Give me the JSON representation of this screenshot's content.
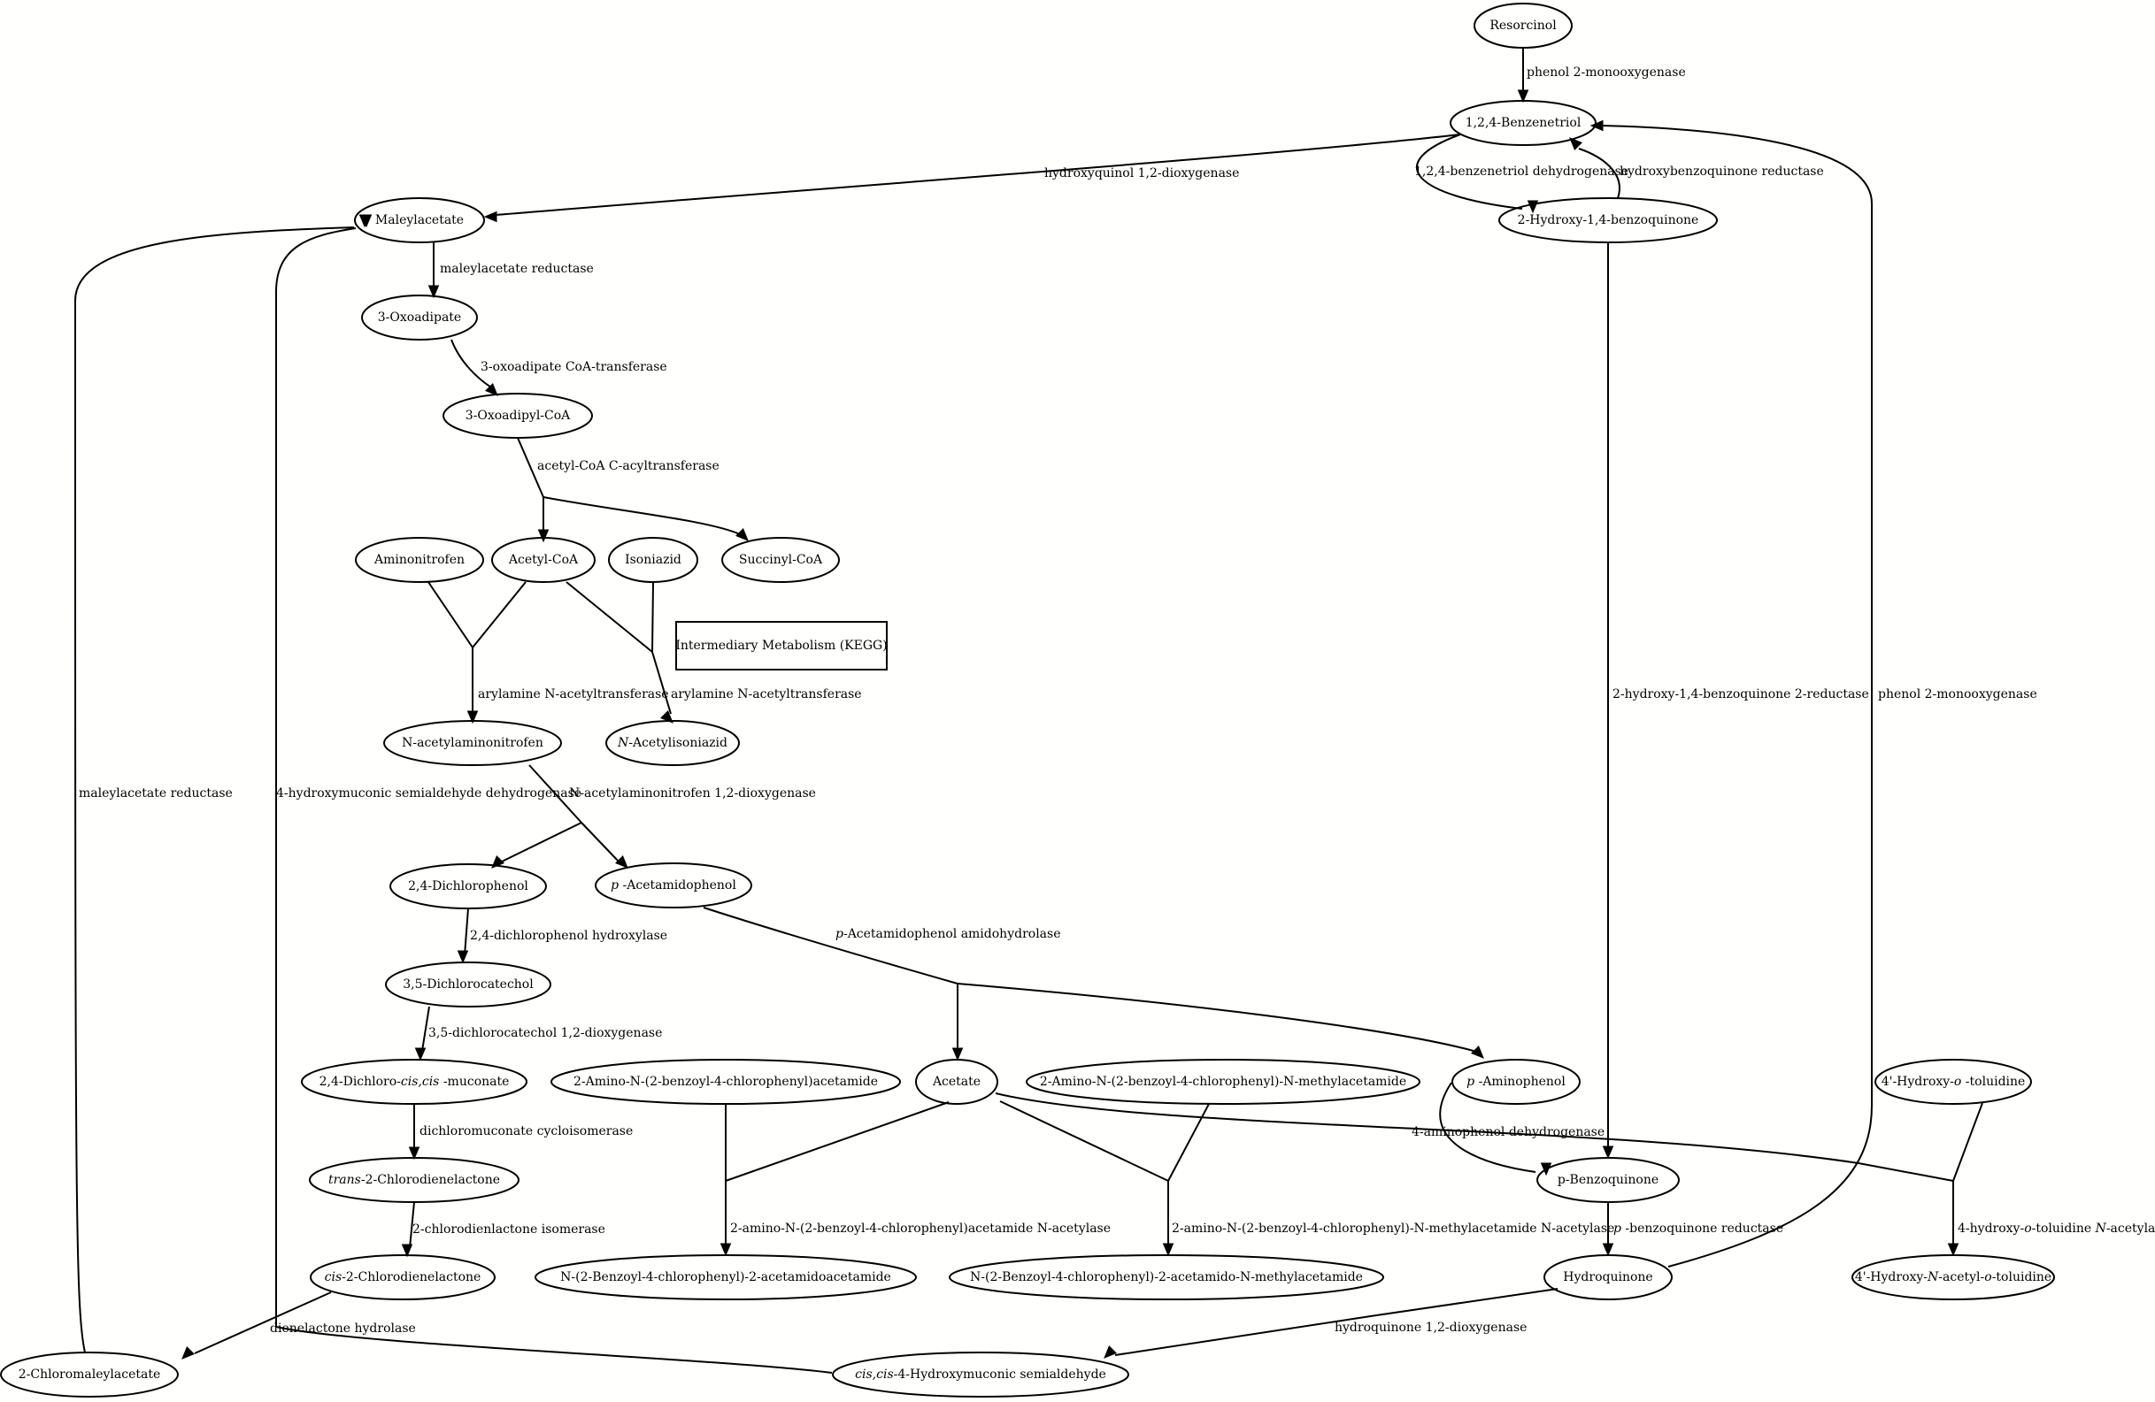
{
  "nodes": [
    {
      "id": "resorcinol",
      "parts": [
        {
          "t": "Resorcinol"
        }
      ]
    },
    {
      "id": "benzenetriol",
      "parts": [
        {
          "t": "1,2,4-Benzenetriol"
        }
      ]
    },
    {
      "id": "maleylacetate",
      "parts": [
        {
          "t": "Maleylacetate"
        }
      ]
    },
    {
      "id": "hydroxybenzoquinone",
      "parts": [
        {
          "t": "2-Hydroxy-1,4-benzoquinone"
        }
      ]
    },
    {
      "id": "oxoadipate",
      "parts": [
        {
          "t": "3-Oxoadipate"
        }
      ]
    },
    {
      "id": "oxoadipylcoa",
      "parts": [
        {
          "t": "3-Oxoadipyl-CoA"
        }
      ]
    },
    {
      "id": "aminonitrofen",
      "parts": [
        {
          "t": "Aminonitrofen"
        }
      ]
    },
    {
      "id": "acetylcoa",
      "parts": [
        {
          "t": "Acetyl-CoA"
        }
      ]
    },
    {
      "id": "isoniazid",
      "parts": [
        {
          "t": "Isoniazid"
        }
      ]
    },
    {
      "id": "succinylcoa",
      "parts": [
        {
          "t": "Succinyl-CoA"
        }
      ]
    },
    {
      "id": "kegg",
      "parts": [
        {
          "t": "Intermediary Metabolism (KEGG)"
        }
      ]
    },
    {
      "id": "nacetylaminonitrofen",
      "parts": [
        {
          "t": "N-acetylaminonitrofen"
        }
      ]
    },
    {
      "id": "nacetylisoniazid",
      "parts": [
        {
          "t": "N",
          "i": true
        },
        {
          "t": "-Acetylisoniazid"
        }
      ]
    },
    {
      "id": "dichlorophenol",
      "parts": [
        {
          "t": "2,4-Dichlorophenol"
        }
      ]
    },
    {
      "id": "acetamidophenol",
      "parts": [
        {
          "t": "p",
          "i": true
        },
        {
          "t": " -Acetamidophenol"
        }
      ]
    },
    {
      "id": "dichlorocatechol",
      "parts": [
        {
          "t": "3,5-Dichlorocatechol"
        }
      ]
    },
    {
      "id": "dichloromuconate",
      "parts": [
        {
          "t": "2,4-Dichloro-"
        },
        {
          "t": "cis,cis",
          "i": true
        },
        {
          "t": " -muconate"
        }
      ]
    },
    {
      "id": "aminobenzoylacetamide",
      "parts": [
        {
          "t": "2-Amino-N-(2-benzoyl-4-chlorophenyl)acetamide"
        }
      ]
    },
    {
      "id": "acetate",
      "parts": [
        {
          "t": "Acetate"
        }
      ]
    },
    {
      "id": "aminobenzoylmethylacetamide",
      "parts": [
        {
          "t": "2-Amino-N-(2-benzoyl-4-chlorophenyl)-N-methylacetamide"
        }
      ]
    },
    {
      "id": "aminophenol",
      "parts": [
        {
          "t": "p",
          "i": true
        },
        {
          "t": " -Aminophenol"
        }
      ]
    },
    {
      "id": "hydroxytoluidine",
      "parts": [
        {
          "t": "4'-Hydroxy-"
        },
        {
          "t": "o",
          "i": true
        },
        {
          "t": " -toluidine"
        }
      ]
    },
    {
      "id": "transdienelactone",
      "parts": [
        {
          "t": "trans",
          "i": true
        },
        {
          "t": "-2-Chlorodienelactone"
        }
      ]
    },
    {
      "id": "pbenzoquinone",
      "parts": [
        {
          "t": "p-Benzoquinone"
        }
      ]
    },
    {
      "id": "cisdienelactone",
      "parts": [
        {
          "t": "cis",
          "i": true
        },
        {
          "t": "-2-Chlorodienelactone"
        }
      ]
    },
    {
      "id": "acetamidoacetamide",
      "parts": [
        {
          "t": "N-(2-Benzoyl-4-chlorophenyl)-2-acetamidoacetamide"
        }
      ]
    },
    {
      "id": "acetamidomethylacetamide",
      "parts": [
        {
          "t": "N-(2-Benzoyl-4-chlorophenyl)-2-acetamido-N-methylacetamide"
        }
      ]
    },
    {
      "id": "hydroquinone",
      "parts": [
        {
          "t": "Hydroquinone"
        }
      ]
    },
    {
      "id": "acetyltoluidine",
      "parts": [
        {
          "t": "4'-Hydroxy-"
        },
        {
          "t": "N",
          "i": true
        },
        {
          "t": "-acetyl-"
        },
        {
          "t": "o",
          "i": true
        },
        {
          "t": "-toluidine"
        }
      ]
    },
    {
      "id": "chloromaleylacetate",
      "parts": [
        {
          "t": "2-Chloromaleylacetate"
        }
      ]
    },
    {
      "id": "hydroxymuconicsemialdehyde",
      "parts": [
        {
          "t": "cis,cis",
          "i": true
        },
        {
          "t": "-4-Hydroxymuconic semialdehyde"
        }
      ]
    }
  ],
  "edges": [
    {
      "id": "e1",
      "parts": [
        {
          "t": "phenol 2-monooxygenase"
        }
      ]
    },
    {
      "id": "e2",
      "parts": [
        {
          "t": "hydroxyquinol 1,2-dioxygenase"
        }
      ]
    },
    {
      "id": "e3",
      "parts": [
        {
          "t": "1,2,4-benzenetriol dehydrogenase"
        }
      ]
    },
    {
      "id": "e4",
      "parts": [
        {
          "t": "hydroxybenzoquinone reductase"
        }
      ]
    },
    {
      "id": "e5",
      "parts": [
        {
          "t": "maleylacetate reductase"
        }
      ]
    },
    {
      "id": "e6",
      "parts": [
        {
          "t": "3-oxoadipate CoA-transferase"
        }
      ]
    },
    {
      "id": "e7",
      "parts": [
        {
          "t": "acetyl-CoA C-acyltransferase"
        }
      ]
    },
    {
      "id": "e8",
      "parts": [
        {
          "t": "arylamine N-acetyltransferase"
        }
      ]
    },
    {
      "id": "e9",
      "parts": [
        {
          "t": "arylamine N-acetyltransferase"
        }
      ]
    },
    {
      "id": "e10",
      "parts": [
        {
          "t": "N-acetylaminonitrofen 1,2-dioxygenase"
        }
      ]
    },
    {
      "id": "e11",
      "parts": [
        {
          "t": "2,4-dichlorophenol hydroxylase"
        }
      ]
    },
    {
      "id": "e12",
      "parts": [
        {
          "t": "p",
          "i": true
        },
        {
          "t": "-Acetamidophenol amidohydrolase"
        }
      ]
    },
    {
      "id": "e13",
      "parts": [
        {
          "t": "3,5-dichlorocatechol 1,2-dioxygenase"
        }
      ]
    },
    {
      "id": "e14",
      "parts": [
        {
          "t": "dichloromuconate cycloisomerase"
        }
      ]
    },
    {
      "id": "e15",
      "parts": [
        {
          "t": "2-chlorodienlactone isomerase"
        }
      ]
    },
    {
      "id": "e16",
      "parts": [
        {
          "t": "dienelactone hydrolase"
        }
      ]
    },
    {
      "id": "e17",
      "parts": [
        {
          "t": "maleylacetate reductase"
        }
      ]
    },
    {
      "id": "e18",
      "parts": [
        {
          "t": "4-hydroxymuconic semialdehyde dehydrogenase"
        }
      ]
    },
    {
      "id": "e19",
      "parts": [
        {
          "t": "2-hydroxy-1,4-benzoquinone 2-reductase"
        }
      ]
    },
    {
      "id": "e20",
      "parts": [
        {
          "t": "4-aminophenol dehydrogenase"
        }
      ]
    },
    {
      "id": "e21",
      "parts": [
        {
          "t": "p",
          "i": true
        },
        {
          "t": " -benzoquinone reductase"
        }
      ]
    },
    {
      "id": "e22",
      "parts": [
        {
          "t": "phenol 2-monooxygenase"
        }
      ]
    },
    {
      "id": "e23",
      "parts": [
        {
          "t": "hydroquinone 1,2-dioxygenase"
        }
      ]
    },
    {
      "id": "e24",
      "parts": [
        {
          "t": "2-amino-N-(2-benzoyl-4-chlorophenyl)acetamide N-acetylase"
        }
      ]
    },
    {
      "id": "e25",
      "parts": [
        {
          "t": "2-amino-N-(2-benzoyl-4-chlorophenyl)-N-methylacetamide N-acetylase"
        }
      ]
    },
    {
      "id": "e26",
      "parts": [
        {
          "t": "4-hydroxy-"
        },
        {
          "t": "o",
          "i": true
        },
        {
          "t": "-toluidine "
        },
        {
          "t": "N",
          "i": true
        },
        {
          "t": "-acetylase"
        }
      ]
    }
  ]
}
